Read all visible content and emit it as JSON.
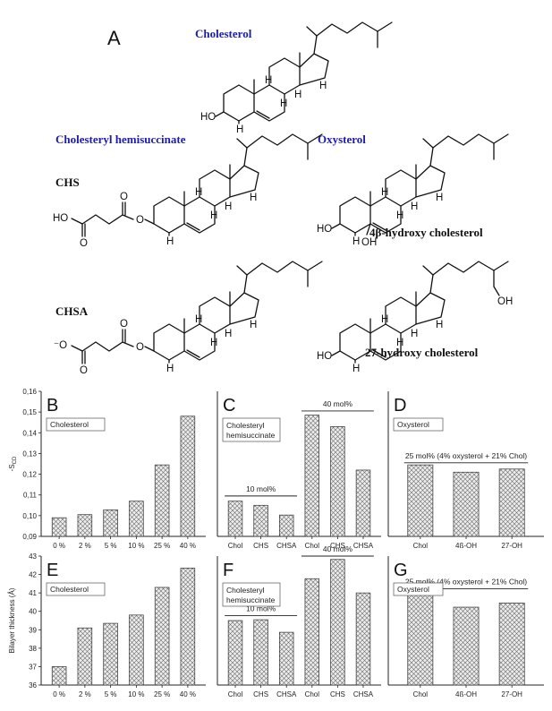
{
  "structures": {
    "panel_letter": "A",
    "cholesterol_title": "Cholesterol",
    "chs_group_title": "Cholesteryl hemisuccinate",
    "oxysterol_title": "Oxysterol",
    "chs_label": "CHS",
    "chsa_label": "CHSA",
    "hydroxy4_label": "4β-hydroxy cholesterol",
    "hydroxy27_label": "27-hydroxy cholesterol",
    "atoms": {
      "h": "H",
      "ho": "HO",
      "oh": "OH",
      "o": "O",
      "minus_o": "⁻O"
    },
    "colors": {
      "title_blue": "#1c1cae"
    }
  },
  "chart_data": [
    {
      "id": "B",
      "type": "bar",
      "panel_label": "B",
      "legend_box": "Cholesterol",
      "categories": [
        "0 %",
        "2 %",
        "5 %",
        "10 %",
        "25 %",
        "40 %"
      ],
      "values": [
        0.099,
        0.1005,
        0.1028,
        0.107,
        0.1245,
        0.148
      ],
      "ylabel": "-S",
      "ylabel_sub": "CD",
      "ylim": [
        0.09,
        0.16
      ],
      "yticks": [
        0.09,
        0.1,
        0.11,
        0.12,
        0.13,
        0.14,
        0.15,
        0.16
      ],
      "ytick_labels": [
        "0,09",
        "0,10",
        "0,11",
        "0,12",
        "0,13",
        "0,14",
        "0,15",
        "0,16"
      ]
    },
    {
      "id": "C",
      "type": "bar",
      "panel_label": "C",
      "legend_box_lines": [
        "Cholesteryl",
        "hemisuccinate"
      ],
      "categories": [
        "Chol",
        "CHS",
        "CHSA",
        "Chol",
        "CHS",
        "CHSA"
      ],
      "values": [
        0.107,
        0.105,
        0.1003,
        0.1485,
        0.143,
        0.122
      ],
      "ylim": [
        0.09,
        0.16
      ],
      "groups": [
        {
          "label": "10 mol%",
          "from": 0,
          "to": 2,
          "y": 0.1095
        },
        {
          "label": "40 mol%",
          "from": 3,
          "to": 5,
          "y": 0.1505
        }
      ]
    },
    {
      "id": "D",
      "type": "bar",
      "panel_label": "D",
      "legend_box": "Oxysterol",
      "categories": [
        "Chol",
        "4ß-OH",
        "27-OH"
      ],
      "values": [
        0.1245,
        0.121,
        0.1225
      ],
      "ylim": [
        0.09,
        0.16
      ],
      "groups": [
        {
          "label": "25 mol% (4% oxysterol + 21% Chol)",
          "from": 0,
          "to": 2,
          "y": 0.1255
        }
      ]
    },
    {
      "id": "E",
      "type": "bar",
      "panel_label": "E",
      "legend_box": "Cholesterol",
      "categories": [
        "0 %",
        "2 %",
        "5 %",
        "10 %",
        "25 %",
        "40 %"
      ],
      "values": [
        37.0,
        39.1,
        39.35,
        39.8,
        41.3,
        42.35
      ],
      "ylabel": "Bilayer thickness (Å)",
      "ylim": [
        36,
        43
      ],
      "yticks": [
        36,
        37,
        38,
        39,
        40,
        41,
        42,
        43
      ],
      "ytick_labels": [
        "36",
        "37",
        "38",
        "39",
        "40",
        "41",
        "42",
        "43"
      ]
    },
    {
      "id": "F",
      "type": "bar",
      "panel_label": "F",
      "legend_box_lines": [
        "Cholesteryl",
        "hemisuccinate"
      ],
      "categories": [
        "Chol",
        "CHS",
        "CHSA",
        "Chol",
        "CHS",
        "CHSA"
      ],
      "values": [
        39.85,
        39.9,
        39.15,
        42.35,
        43.5,
        41.5
      ],
      "ylim": [
        36,
        43.7
      ],
      "groups": [
        {
          "label": "10 mol%",
          "from": 0,
          "to": 2,
          "y": 40.15
        },
        {
          "label": "40 mol%",
          "from": 3,
          "to": 5,
          "y": 43.7
        }
      ]
    },
    {
      "id": "G",
      "type": "bar",
      "panel_label": "G",
      "legend_box": "Oxysterol",
      "categories": [
        "Chol",
        "4ß-OH",
        "27-OH"
      ],
      "values": [
        41.4,
        40.65,
        40.9
      ],
      "ylim": [
        36,
        43.7
      ],
      "groups": [
        {
          "label": "25 mol% (4% oxysterol + 21% Chol)",
          "from": 0,
          "to": 2,
          "y": 41.75
        }
      ]
    }
  ]
}
